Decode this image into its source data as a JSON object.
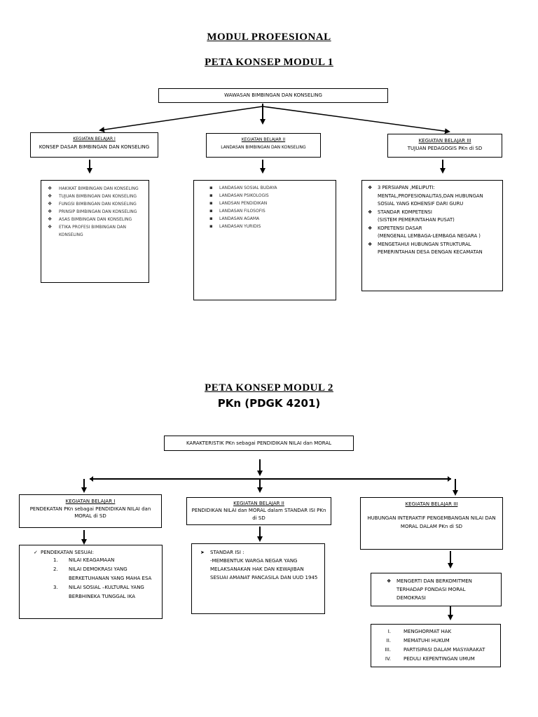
{
  "titles": {
    "main": "MODUL PROFESIONAL",
    "module1": "PETA KONSEP MODUL 1",
    "module2": "PETA KONSEP MODUL 2",
    "module2_sub": "PKn (PDGK 4201)"
  },
  "map1": {
    "root": "WAWASAN BIMBINGAN DAN KONSELING",
    "kb1": {
      "heading": "KEGIATAN BELAJAR I",
      "text": "KONSEP DASAR BIMBINGAN DAN  KONSELING"
    },
    "kb2": {
      "heading": "KEGIATAN BELAJAR II",
      "text": "LANDASAN BIMBINGAN DAN KONSELING"
    },
    "kb3": {
      "heading": "KEGIATAN BELAJAR III",
      "text": "TUJUAN PEDAGOGIS PKn di SD"
    },
    "list1": [
      "HAKIKAT BIMBINGAN DAN KONSELING",
      "TUJUAN BIMBINGAN DAN KONSELING",
      "FUNGSI BIMBINGAN DAN KONSELING",
      "PRINSIP BIMBINGAN DAN KONSELING",
      "ASAS BIMBINGAN DAN KONSELING",
      "ETIKA PROFESI BIMBINGAN DAN KONSELING"
    ],
    "list2": [
      "LANDASAN SOSIAL BUDAYA",
      "LANDASAN PSIKOLOGIS",
      "LANDSAN PENDIDIKAN",
      "LANDASAN FILOSOFIS",
      "LANDASAN AGAMA",
      "LANDASAN YURIDIS"
    ],
    "list3": [
      {
        "line1": "3 PERSIAPAN ,MELIPUTI:",
        "rest": "MENTAL,PROFESIONALITAS,DAN HUBUNGAN SOSIAL  YANG KOHENSIF DARI GURU"
      },
      {
        "line1": "STANDAR KOMPETENSI",
        "rest": "(SISTEM PEMERINTAHAN PUSAT)"
      },
      {
        "line1": "KOPETENSI DASAR",
        "rest": "(MENGENAL LEMBAGA-LEMBAGA NEGARA )"
      },
      {
        "line1": "MENGETAHUI HUBUNGAN STRUKTURAL PEMERINTAHAN DESA DENGAN KECAMATAN",
        "rest": ""
      }
    ]
  },
  "map2": {
    "root": "KARAKTERISTIK PKn sebagai PENDIDIKAN NILAI dan MORAL",
    "kb1": {
      "heading": "KEGIATAN BELAJAR I",
      "text": "PENDEKATAN  PKn sebagai PENDIDIKAN NILAI dan MORAL di SD"
    },
    "kb2": {
      "heading": "KEGIATAN BELAJAR II",
      "text": "PENDIDIKAN NILAI dan MORAL dalam STANDAR ISI PKn  di SD"
    },
    "kb3": {
      "heading": "KEGIATAN BELAJAR III",
      "text": "HUBUNGAN INTERAKTIF  PENGEMBANGAN NILAI DAN MORAL DALAM PKn di SD"
    },
    "box1": {
      "lead": "PENDEKATAN SESUAI:",
      "items": [
        {
          "num": "1.",
          "text": "NILAI KEAGAMAAN"
        },
        {
          "num": "2.",
          "text": "NILAI DEMOKRASI YANG BERKETUHANAN YANG MAHA ESA"
        },
        {
          "num": "3.",
          "text": "NILAI SOSIAL –KULTURAL YANG BERBHINEKA TUNGGAL IKA"
        }
      ]
    },
    "box2": {
      "lead": "STANDAR  ISI :",
      "text": "-MEMBENTUK WARGA NEGAR YANG MELAKSANAKAN HAK DAN KEWAJIBAN SESUAI AMANAT PANCASILA DAN UUD 1945"
    },
    "box3": "MENGERTI DAN BERKOMITMEN TERHADAP FONDASI MORAL DEMOKRASI",
    "box4": [
      {
        "num": "I.",
        "text": "MENGHORMAT HAK"
      },
      {
        "num": "II.",
        "text": "MEMATUHI HUKUM"
      },
      {
        "num": "III.",
        "text": "PARTISIPASI DALAM MASYARAKAT"
      },
      {
        "num": "IV.",
        "text": "PEDULI KEPENTINGAN UMUM"
      }
    ]
  }
}
